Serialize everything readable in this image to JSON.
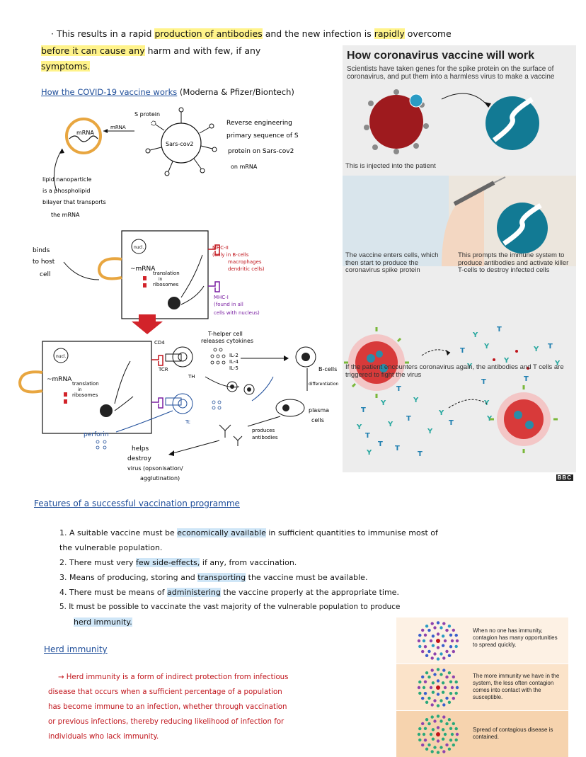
{
  "intro": {
    "line1_a": "· This results in a rapid",
    "line1_hl": "production of antibodies",
    "line1_b": "and the new infection is",
    "line1_hl2": "rapidly",
    "line1_c": "overcome",
    "line2_hl": "before it can cause any",
    "line2_b": "harm and with few, if any",
    "line3_hl": "symptoms."
  },
  "section_how": {
    "heading": "How the COVID-19 vaccine works",
    "heading_note": "(Moderna & Pfizer/Biontech)"
  },
  "diagram1": {
    "mrna": "mRNA",
    "mrna_arrow": "mRNA",
    "s_protein": "S protein",
    "virus": "Sars-cov2",
    "reverse1": "Reverse engineering",
    "reverse2": "primary sequence of S",
    "reverse3": "protein on Sars-cov2",
    "reverse4": "on mRNA",
    "lipid1": "lipid nanoparticle",
    "lipid2": "is a phospholipid",
    "lipid3": "bilayer that transports",
    "lipid4": "the mRNA"
  },
  "diagram2": {
    "binds1": "binds",
    "binds2": "to host",
    "binds3": "cell",
    "nucl": "nucl.",
    "mrna": "~mRNA",
    "translation1": "translation",
    "translation2": "in",
    "translation3": "ribosomes",
    "mhc2_1": "MHC-II",
    "mhc2_2": "(only in B-cells",
    "mhc2_3": "macrophages",
    "mhc2_4": "dendritic cells)",
    "mhc1_1": "MHC-I",
    "mhc1_2": "(found in all",
    "mhc1_3": "cells with nucleus)"
  },
  "diagram3": {
    "nucl": "nucl.",
    "mrna": "~mRNA",
    "translation1": "translation",
    "translation2": "in",
    "translation3": "ribosomes",
    "cd4": "CD4",
    "tcr": "TCR",
    "th": "TH",
    "tc": "Tc",
    "thelper1": "T-helper cell",
    "thelper2": "releases cytokines",
    "il2": "IL-2",
    "il4": "IL-4",
    "il5": "IL-5",
    "bcells": "B-cells",
    "diff": "differentiation",
    "plasma1": "plasma",
    "plasma2": "cells",
    "produces1": "produces",
    "produces2": "antibodies",
    "perforin": "perforin",
    "helps1": "helps",
    "helps2": "destroy",
    "helps3": "virus (opsonisation/",
    "helps4": "agglutination)"
  },
  "bbc": {
    "title": "How coronavirus vaccine will work",
    "subtitle": "Scientists have taken genes for the spike protein on the surface of coronavirus, and put them into a harmless virus to make a vaccine",
    "cap1": "This is injected into the patient",
    "cap2": "The vaccine enters cells, which then start to produce the coronavirus spike protein",
    "cap3": "This prompts the immune system to produce antibodies and activate killer T-cells to destroy infected cells",
    "cap4": "If the patient encounters coronavirus again, the antibodies and T cells are triggered to fight the virus",
    "logo": "BBC"
  },
  "features": {
    "heading": "Features of a successful vaccination programme",
    "items": [
      {
        "num": "1.",
        "a": "A suitable vaccine must be",
        "hl": "economically available",
        "b": "in sufficient quantities to immunise most of"
      },
      {
        "num": "",
        "a": "the vulnerable population.",
        "hl": "",
        "b": ""
      },
      {
        "num": "2.",
        "a": "There must very",
        "hl": "few side-effects,",
        "b": "if any, from vaccination."
      },
      {
        "num": "3.",
        "a": "Means of producing, storing and",
        "hl": "transporting",
        "b": "the vaccine must be available."
      },
      {
        "num": "4.",
        "a": "There must be means of",
        "hl": "administering",
        "b": "the vaccine properly at the appropriate time."
      },
      {
        "num": "5.",
        "a": "It must be possible to vaccinate the vast majority of the vulnerable population to produce",
        "hl": "",
        "b": ""
      },
      {
        "num": "",
        "a": "",
        "hl": "herd immunity.",
        "b": ""
      }
    ]
  },
  "herd": {
    "heading": "Herd immunity",
    "lines": [
      "→ Herd immunity is a form of indirect protection from infectious",
      "disease that occurs when a sufficient percentage of a population",
      "has become immune to an infection, whether through vaccination",
      "or previous infections, thereby reducing likelihood of infection for",
      "individuals who lack immunity."
    ],
    "panel1": "When no one has immunity, contagion has many opportunities to spread quickly.",
    "panel2": "The more immunity we have in the system, the less often contagion comes into contact with the susceptible.",
    "panel3": "Spread of contagious disease is contained."
  },
  "colors": {
    "highlight_yellow": "#fff38a",
    "highlight_blue": "#cfe6f7",
    "red_ink": "#c0141b",
    "purple_ink": "#7a1fa2",
    "blue_ink": "#1f4e9a"
  }
}
